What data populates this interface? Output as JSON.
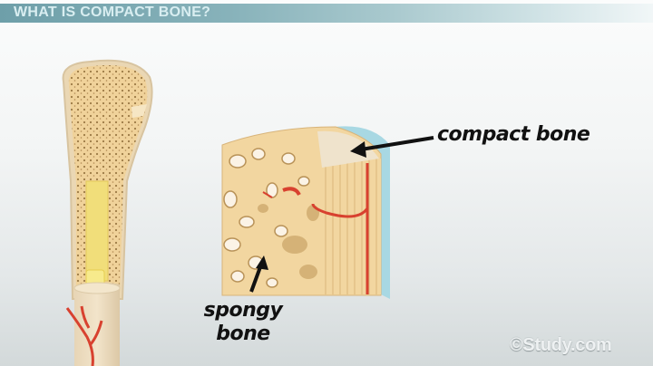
{
  "header": {
    "title": "WHAT IS COMPACT BONE?"
  },
  "labels": {
    "compact_bone": "compact bone",
    "spongy_line1": "spongy",
    "spongy_line2": "bone"
  },
  "watermark": {
    "text": "©Study.com"
  },
  "colors": {
    "title_bar": "#7aa8b1",
    "bone": "#f3d9a4",
    "marrow": "#f1de7a",
    "vessel": "#d8412f",
    "periosteum": "#a8d8e3"
  }
}
